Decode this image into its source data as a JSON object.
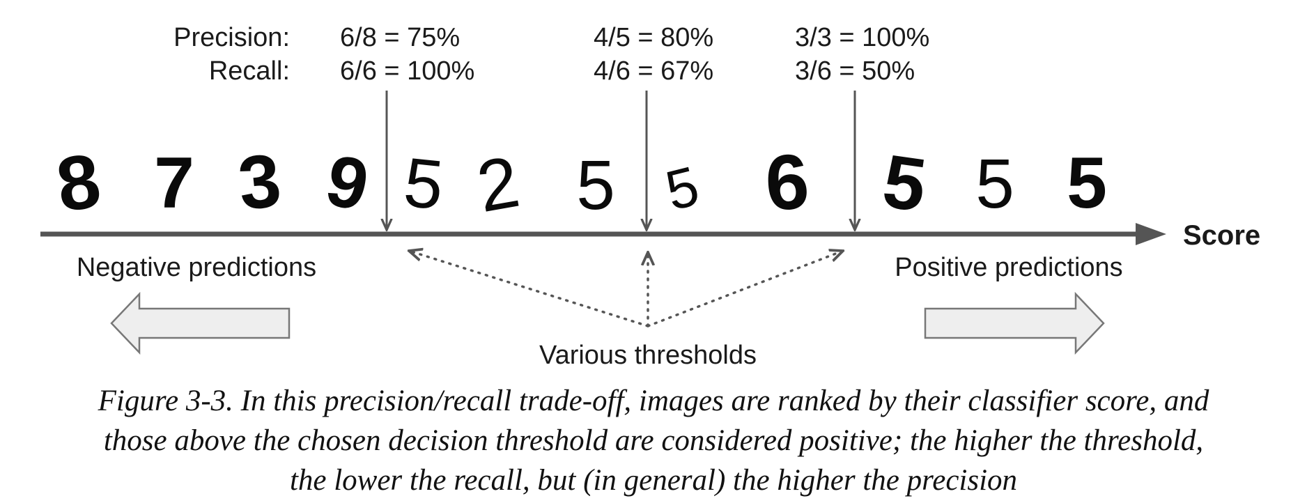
{
  "header": {
    "precision_label": "Precision:",
    "recall_label": "Recall:"
  },
  "thresholds": [
    {
      "precision": "6/8 = 75%",
      "recall": "6/6 = 100%"
    },
    {
      "precision": "4/5 = 80%",
      "recall": "4/6 = 67%"
    },
    {
      "precision": "3/3 = 100%",
      "recall": "3/6 = 50%"
    }
  ],
  "digits": [
    "8",
    "7",
    "3",
    "9",
    "5",
    "2",
    "5",
    "5",
    "6",
    "5",
    "5",
    "5"
  ],
  "axis": {
    "label": "Score"
  },
  "labels": {
    "negative": "Negative predictions",
    "positive": "Positive predictions",
    "various_thresholds": "Various thresholds"
  },
  "caption": {
    "line1": "Figure 3-3. In this precision/recall trade-off, images are ranked by their classifier score, and",
    "line2": "those above the chosen decision threshold are considered positive; the higher the threshold,",
    "line3": "the lower the recall, but (in general) the higher the precision"
  },
  "colors": {
    "axis": "#555555",
    "arrow_fill": "#eeeeee",
    "arrow_stroke": "#777777"
  },
  "icons": {
    "left_arrow": "left-block-arrow-icon",
    "right_arrow": "right-block-arrow-icon"
  }
}
